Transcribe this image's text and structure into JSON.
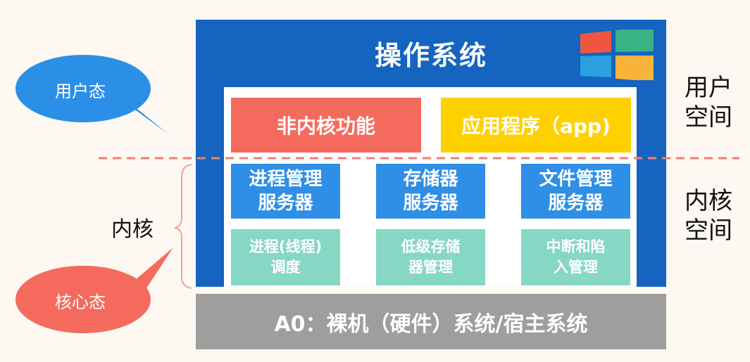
{
  "title": "操作系统",
  "user_mode_bubble": "用户态",
  "kernel_mode_bubble": "核心态",
  "kernel_label": "内核",
  "user_space_label": "用户\n空间",
  "kernel_space_label": "内核\n空间",
  "user_space_boxes": {
    "non_kernel": "非内核功能",
    "apps": "应用程序（app)"
  },
  "kernel_servers": [
    "进程管理\n服务器",
    "存储器\n服务器",
    "文件管理\n服务器"
  ],
  "kernel_core": [
    "进程(线程)\n调度",
    "低级存储\n器管理",
    "中断和陷\n入管理"
  ],
  "hardware": "A0：裸机（硬件）系统/宿主系统",
  "colors": {
    "os_blue": "#1564c0",
    "non_kernel_red": "#f46b5d",
    "app_yellow": "#ffd000",
    "server_blue": "#2f8ee6",
    "core_green": "#86d7c3",
    "hardware_gray": "#9e9e9e",
    "user_bubble": "#2b8fe8",
    "kernel_bubble": "#f46b5d",
    "divider": "#f08070"
  },
  "icons": [
    "windows-logo-icon"
  ]
}
